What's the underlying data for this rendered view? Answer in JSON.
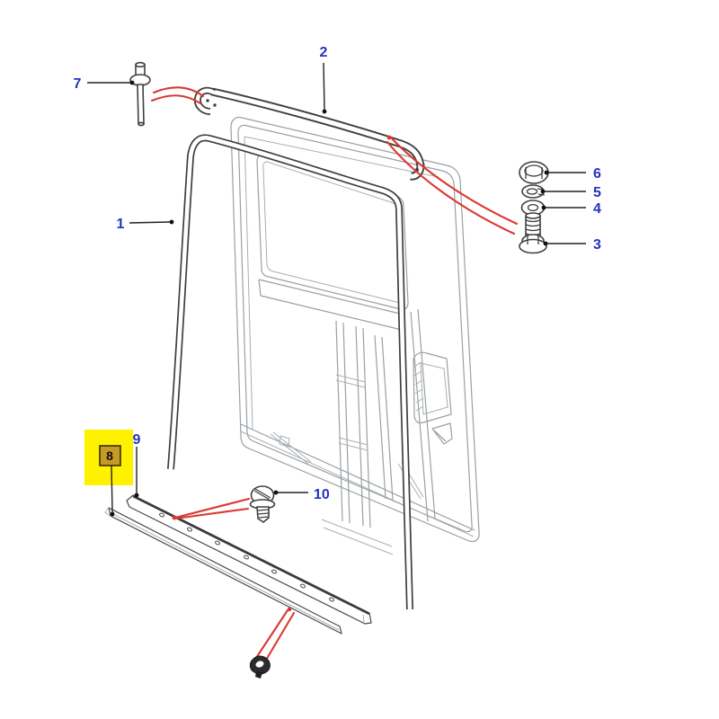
{
  "diagram": {
    "type": "exploded-parts-diagram",
    "background": "#ffffff",
    "highlighted_callout": "8",
    "callouts": [
      {
        "id": 1,
        "label": "1"
      },
      {
        "id": 2,
        "label": "2"
      },
      {
        "id": 3,
        "label": "3"
      },
      {
        "id": 4,
        "label": "4"
      },
      {
        "id": 5,
        "label": "5"
      },
      {
        "id": 6,
        "label": "6"
      },
      {
        "id": 7,
        "label": "7"
      },
      {
        "id": 8,
        "label": "8"
      },
      {
        "id": 9,
        "label": "9"
      },
      {
        "id": 10,
        "label": "10"
      }
    ],
    "colors": {
      "callout_text": "#2433c0",
      "highlight_fill": "#fff200",
      "highlight_swatch": "#c49a28",
      "highlight_swatch_border": "#3c3000",
      "highlight_text": "#14100a",
      "leader_line": "#222222",
      "pointer_red": "#da3832",
      "part_outline": "#3f3f3f",
      "frame_gray": "#9aa0a4"
    }
  }
}
